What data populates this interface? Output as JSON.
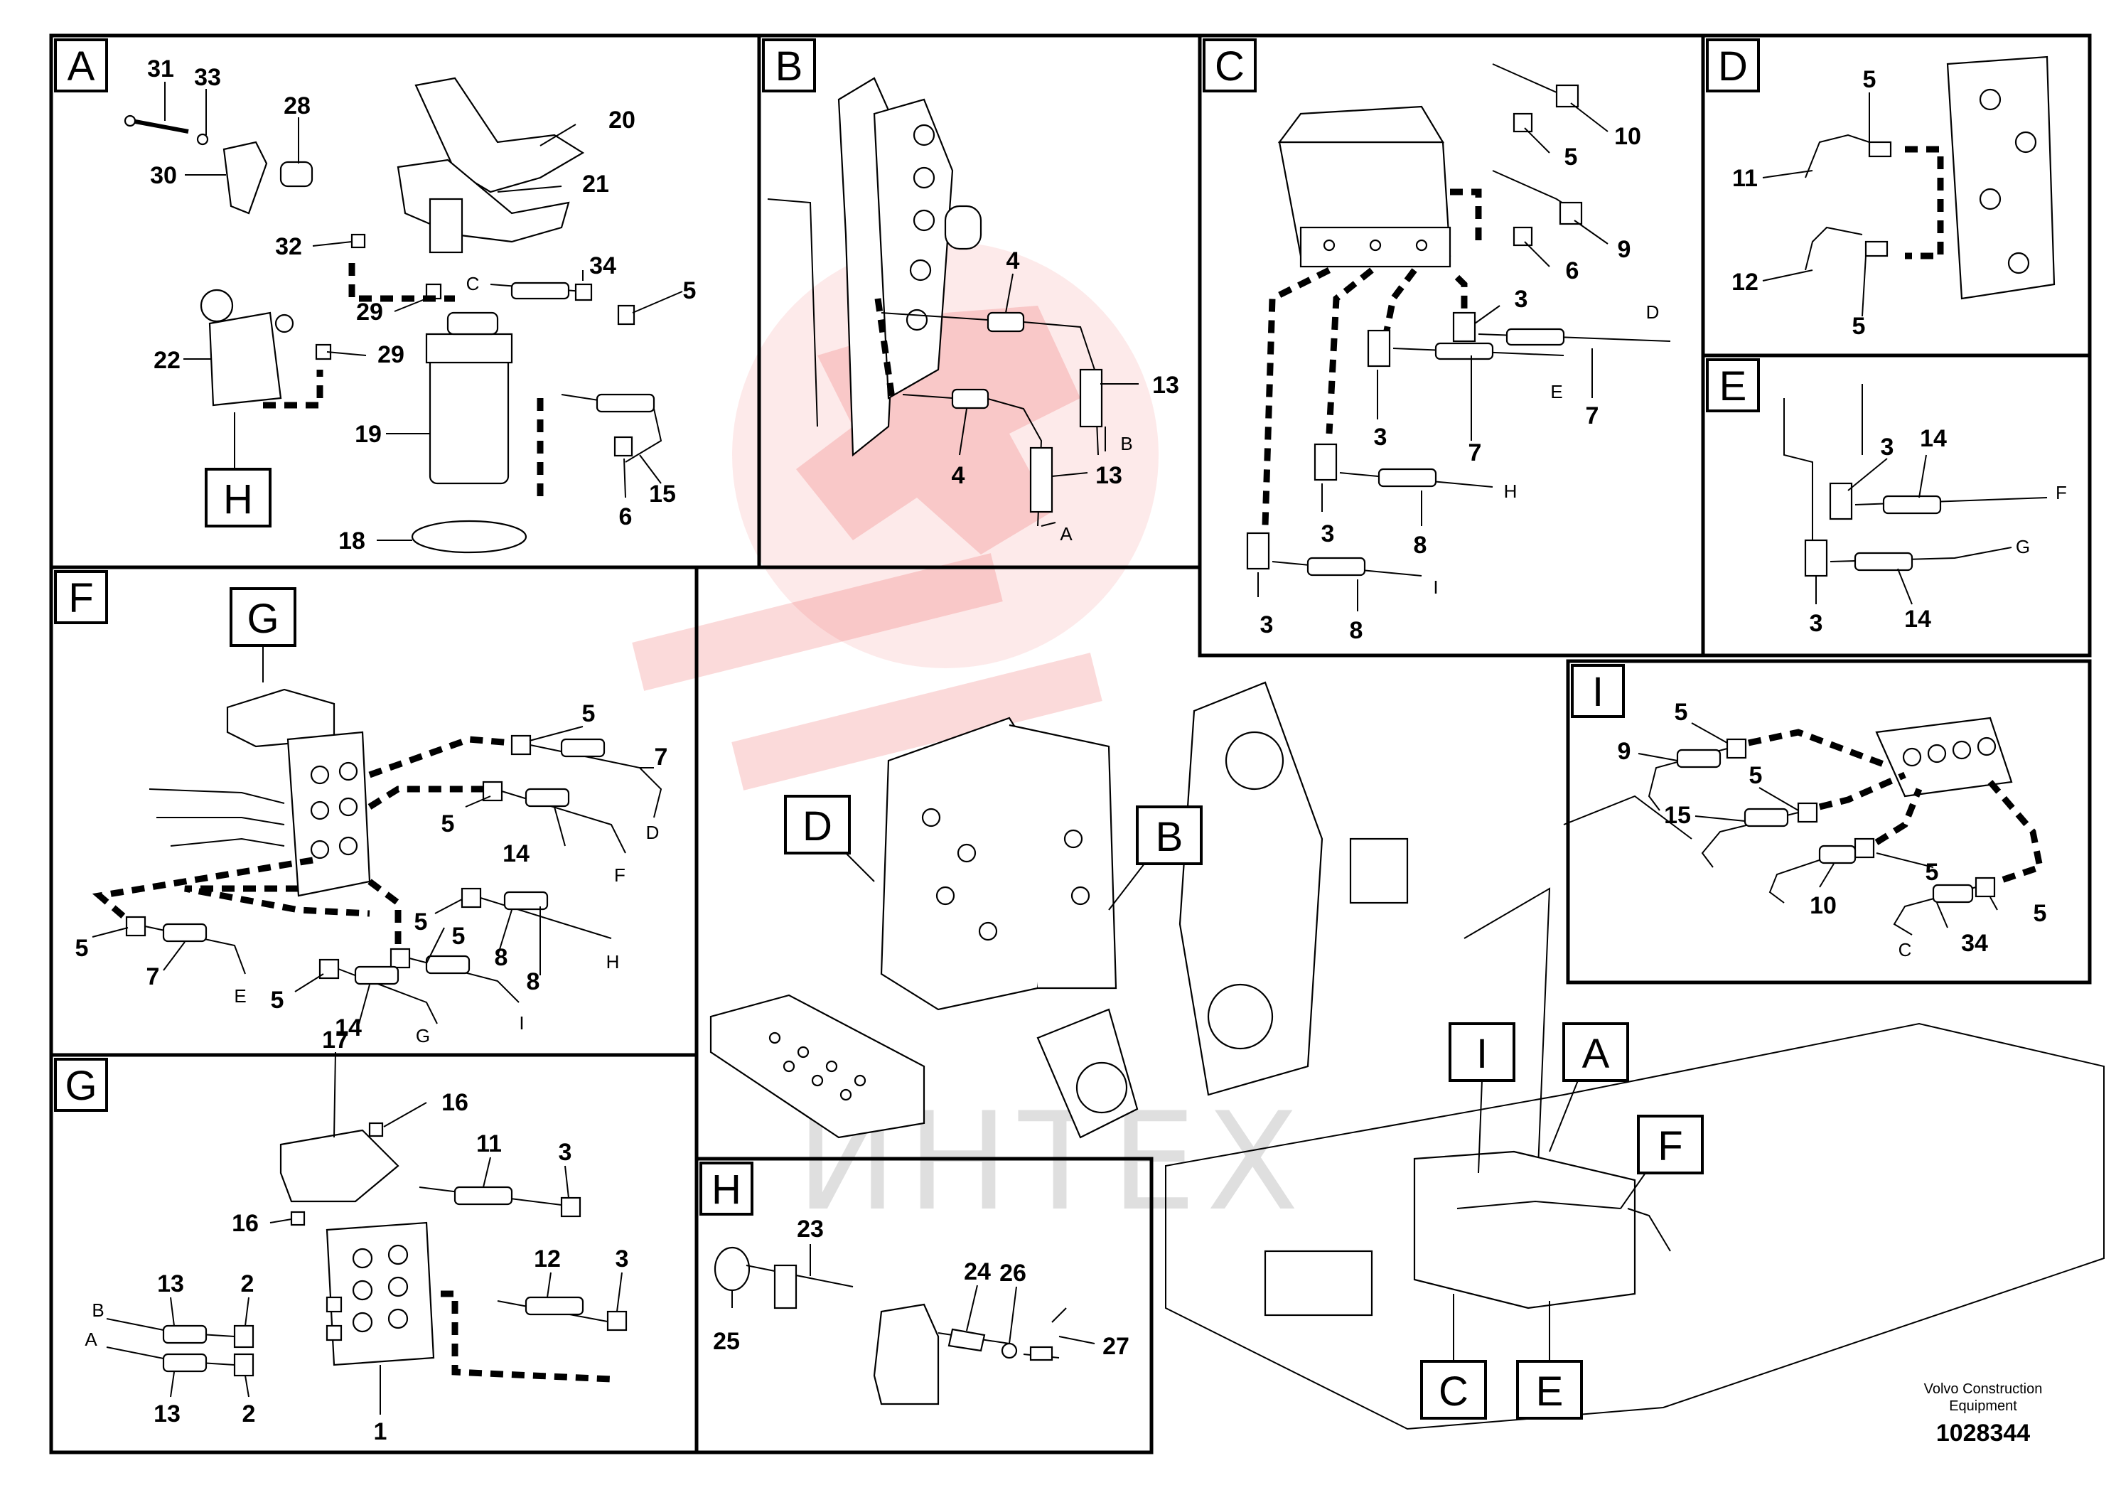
{
  "sections": {
    "A": "A",
    "B": "B",
    "C": "C",
    "D": "D",
    "E": "E",
    "F": "F",
    "G": "G",
    "H": "H",
    "I": "I"
  },
  "callouts": {
    "G_in_F": "G",
    "H_in_A": "H",
    "overview_D": "D",
    "overview_B": "B",
    "overview_I": "I",
    "overview_A": "A",
    "overview_F": "F",
    "overview_C": "C",
    "overview_E": "E"
  },
  "panel_A": {
    "items": [
      "31",
      "33",
      "28",
      "20",
      "30",
      "21",
      "32",
      "34",
      "29",
      "29",
      "5",
      "22",
      "19",
      "6",
      "15",
      "18"
    ],
    "letters": [
      "C"
    ]
  },
  "panel_B": {
    "items": [
      "4",
      "13",
      "4",
      "13"
    ],
    "letters": [
      "B",
      "A"
    ]
  },
  "panel_C": {
    "items": [
      "10",
      "5",
      "9",
      "6",
      "3",
      "7",
      "3",
      "7",
      "3",
      "8",
      "3",
      "8"
    ],
    "letters": [
      "D",
      "E",
      "H",
      "I"
    ]
  },
  "panel_D": {
    "items": [
      "5",
      "11",
      "12",
      "5"
    ]
  },
  "panel_E": {
    "items": [
      "3",
      "14",
      "3",
      "14"
    ],
    "letters": [
      "F",
      "G"
    ]
  },
  "panel_F": {
    "items": [
      "5",
      "7",
      "5",
      "14",
      "5",
      "5",
      "8",
      "8",
      "5",
      "7",
      "5",
      "14"
    ],
    "letters": [
      "D",
      "F",
      "H",
      "E",
      "G",
      "I"
    ]
  },
  "panel_G": {
    "items": [
      "17",
      "16",
      "11",
      "3",
      "16",
      "13",
      "2",
      "12",
      "3",
      "13",
      "2",
      "1"
    ],
    "letters": [
      "B",
      "A"
    ]
  },
  "panel_H": {
    "items": [
      "23",
      "24",
      "26",
      "25",
      "27"
    ]
  },
  "panel_I": {
    "items": [
      "5",
      "9",
      "5",
      "15",
      "5",
      "10",
      "5",
      "34"
    ],
    "letters": [
      "C"
    ]
  },
  "watermark": {
    "text": "ИНТЕХ"
  },
  "caption": {
    "line1": "Volvo Construction",
    "line2": "Equipment",
    "number": "1028344"
  }
}
